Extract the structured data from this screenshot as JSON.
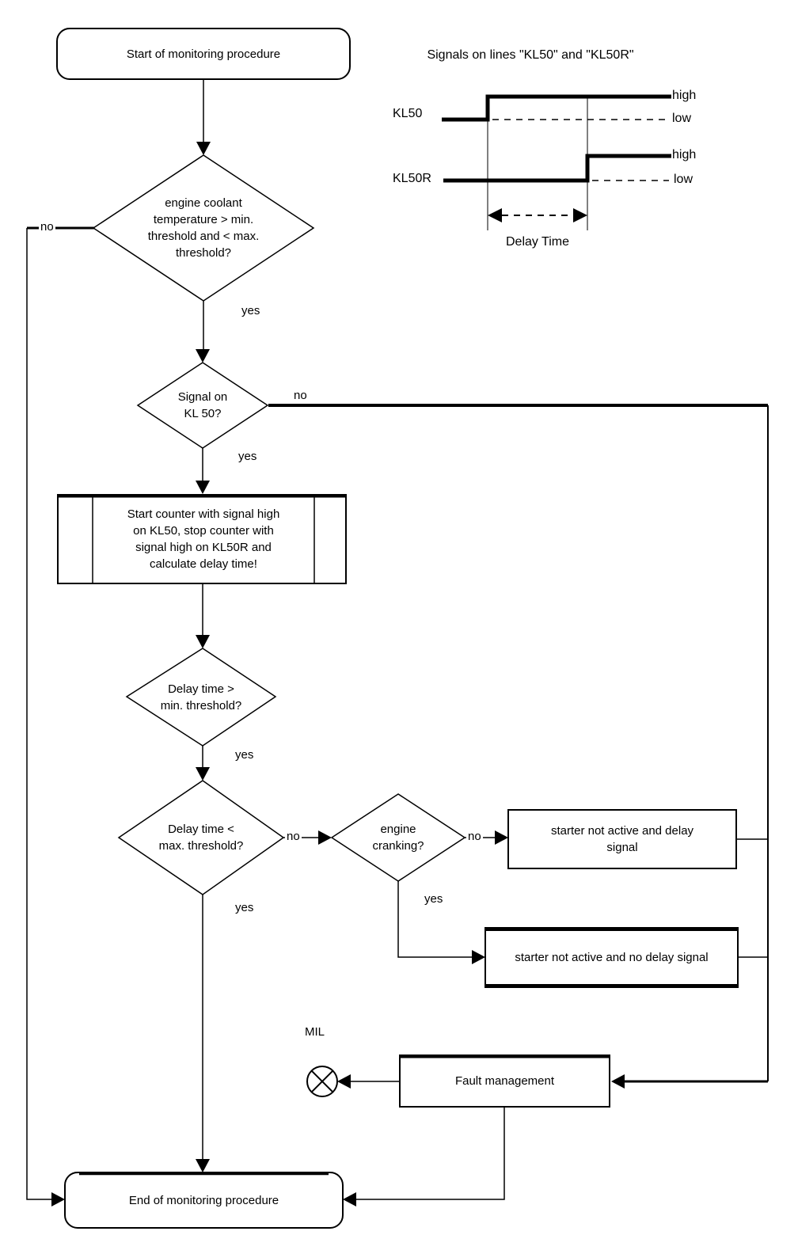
{
  "flowchart": {
    "nodes": {
      "start": "Start of monitoring procedure",
      "coolant_check": "engine coolant\ntemperature > min.\nthreshold and < max.\nthreshold?",
      "signal_check": "Signal on\nKL 50?",
      "counter_process": "Start counter with signal high\non KL50, stop counter with\nsignal high on KL50R and\ncalculate delay time!",
      "delay_min_check": "Delay time >\nmin. threshold?",
      "delay_max_check": "Delay time <\nmax. threshold?",
      "cranking_check": "engine\ncranking?",
      "delay_signal_box": "starter not active and delay\nsignal",
      "no_delay_signal_box": "starter not active and no delay signal",
      "fault_management": "Fault management",
      "end": "End of monitoring procedure"
    },
    "edge_labels": {
      "yes": "yes",
      "no": "no"
    },
    "mil_label": "MIL"
  },
  "timing_diagram": {
    "title": "Signals on lines \"KL50\" and \"KL50R\"",
    "kl50_label": "KL50",
    "kl50r_label": "KL50R",
    "high_label": "high",
    "low_label": "low",
    "delay_time_label": "Delay Time"
  },
  "colors": {
    "ink": "#000000",
    "background": "#ffffff"
  }
}
